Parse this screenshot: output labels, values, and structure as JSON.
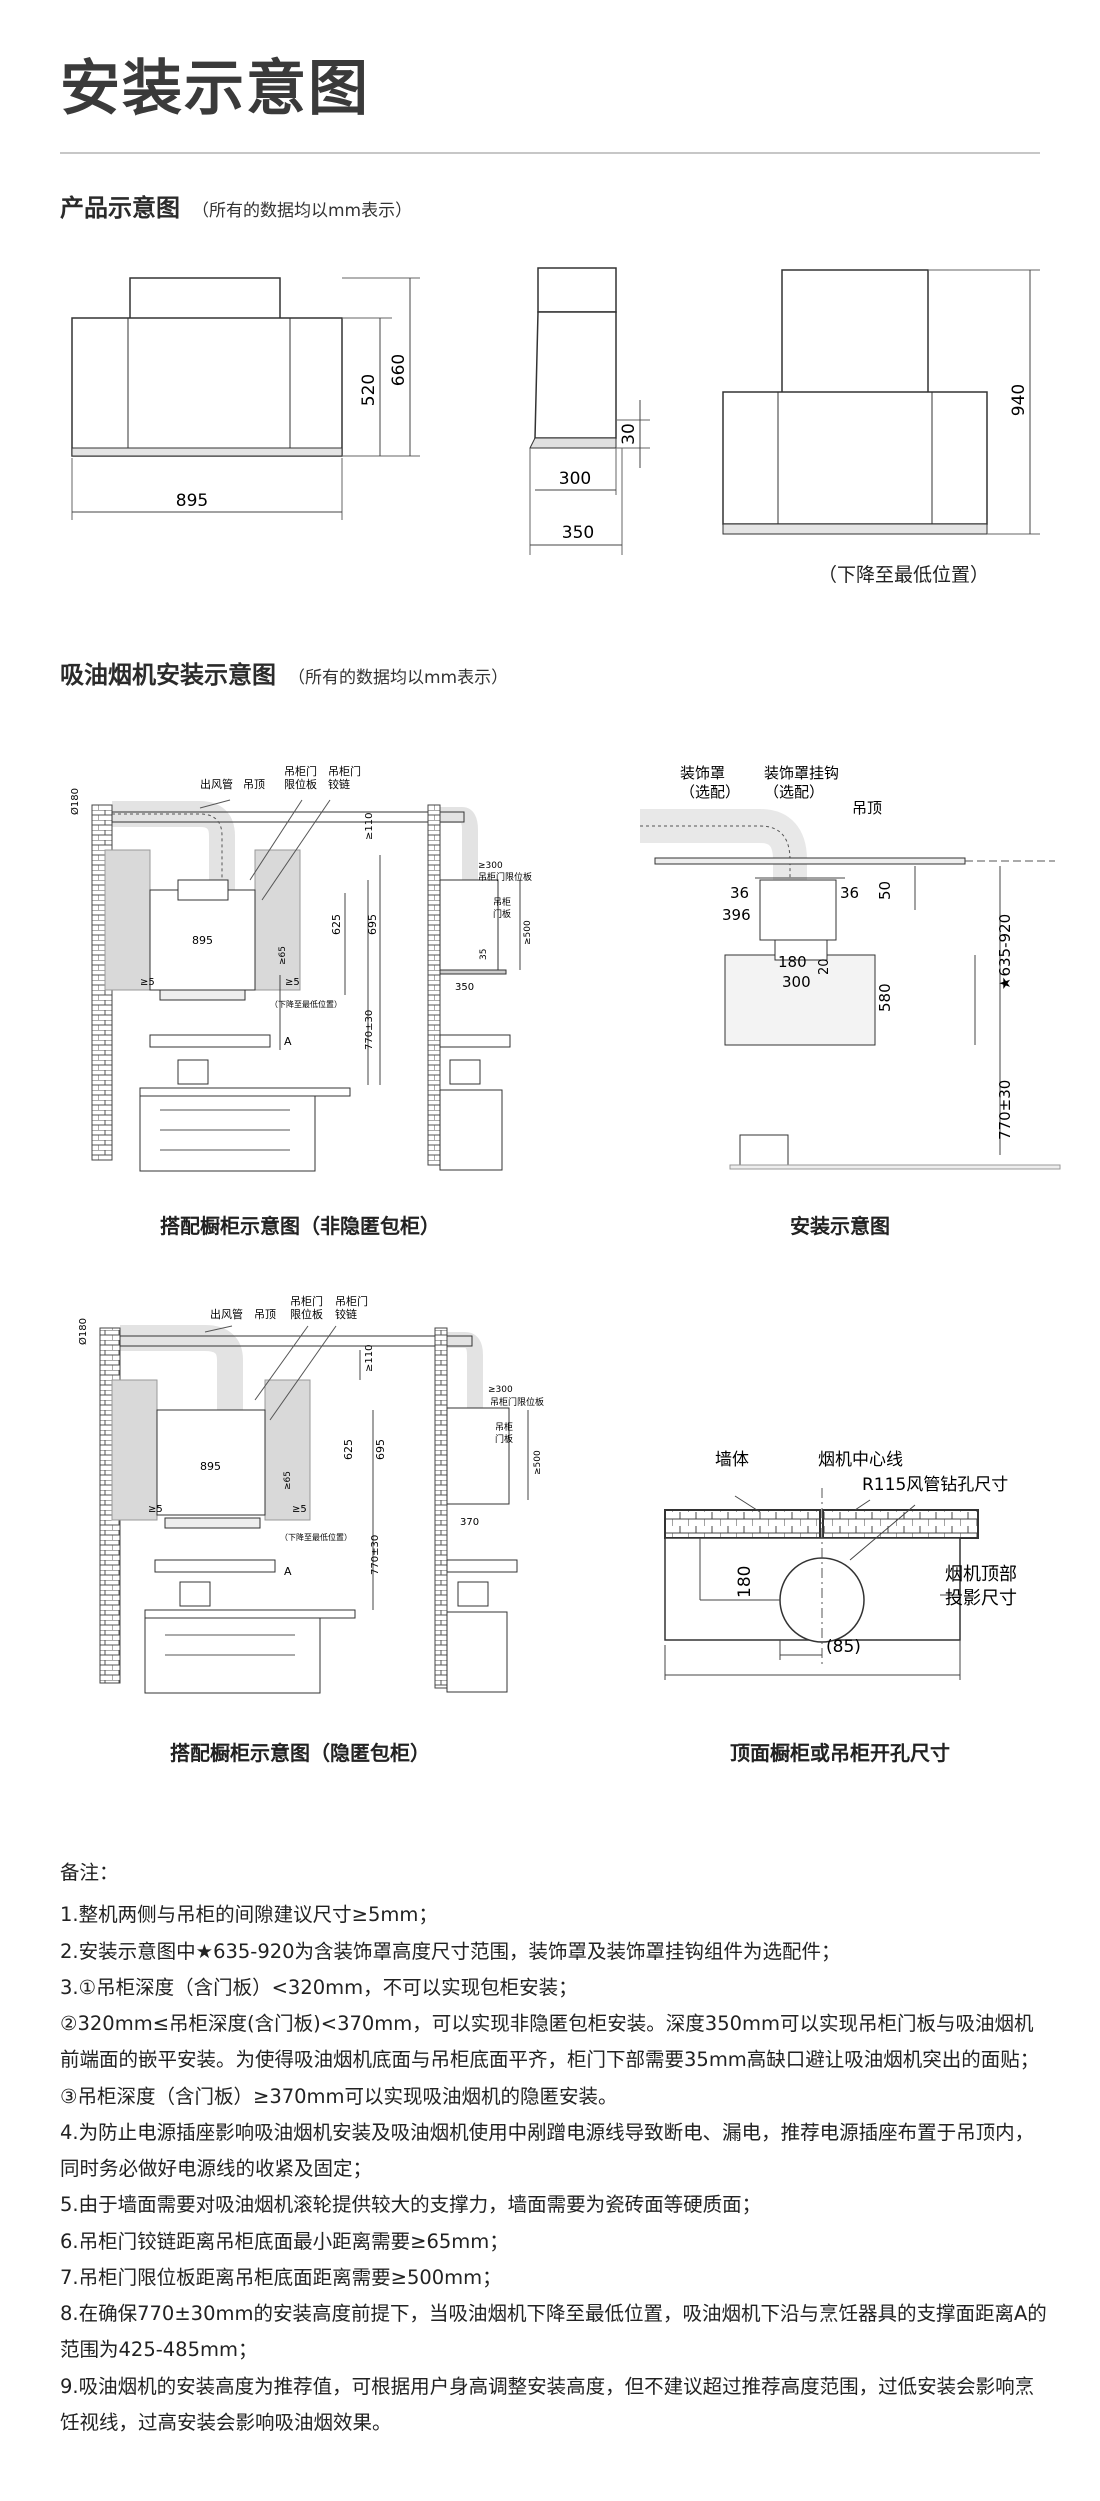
{
  "page_title": "安装示意图",
  "product_section": {
    "title": "产品示意图",
    "note": "（所有的数据均以mm表示）",
    "front_dims": {
      "width": "895",
      "height_body": "520",
      "height_total": "660"
    },
    "side_dims": {
      "gap": "30",
      "depth": "300",
      "depth_total": "350"
    },
    "lowered_dims": {
      "height": "940"
    },
    "lowered_caption": "（下降至最低位置）"
  },
  "install_section": {
    "title": "吸油烟机安装示意图",
    "note": "（所有的数据均以mm表示）",
    "diagram1": {
      "caption": "搭配橱柜示意图（非隐匿包柜）",
      "labels": {
        "outlet": "出风管",
        "ceiling": "吊顶",
        "door_limit": "吊柜门\n限位板",
        "door_hinge": "吊柜门\n铰链",
        "diameter": "Ø180",
        "top_gap": "≥110",
        "width": "895",
        "h625": "625",
        "h695": "695",
        "h65": "≥65",
        "gap5a": "≥5",
        "gap5b": "≥5",
        "lowest": "（下降至最低位置）",
        "height770": "770±30",
        "distA": "A"
      },
      "side": {
        "d300": "≥300",
        "door_limit": "吊柜门限位板",
        "door": "吊柜\n门板",
        "h500": "≥500",
        "h35": "35",
        "w350": "350"
      }
    },
    "diagram2": {
      "caption": "安装示意图",
      "labels": {
        "cover": "装饰罩\n（选配）",
        "hook": "装饰罩挂钩\n（选配）",
        "ceiling": "吊顶",
        "d36a": "36",
        "d36b": "36",
        "d396": "396",
        "d50": "50",
        "d180": "180",
        "d20": "20",
        "d300": "300",
        "d580": "580",
        "range": "★635-920",
        "h770": "770±30"
      }
    },
    "diagram3": {
      "caption": "搭配橱柜示意图（隐匿包柜）",
      "labels": {
        "outlet": "出风管",
        "ceiling": "吊顶",
        "door_limit": "吊柜门\n限位板",
        "door_hinge": "吊柜门\n铰链",
        "diameter": "Ø180",
        "top_gap": "≥110",
        "width": "895",
        "h625": "625",
        "h695": "695",
        "h65": "≥65",
        "gap5a": "≥5",
        "gap5b": "≥5",
        "lowest": "（下降至最低位置）",
        "height770": "770±30",
        "distA": "A"
      },
      "side": {
        "d300": "≥300",
        "door_limit": "吊柜门限位板",
        "door": "吊柜\n门板",
        "h500": "≥500",
        "w370": "370"
      }
    },
    "diagram4": {
      "caption": "顶面橱柜或吊柜开孔尺寸",
      "labels": {
        "wall": "墙体",
        "center": "烟机中心线",
        "hole": "R115风管钻孔尺寸",
        "d180": "180",
        "proj1": "烟机顶部",
        "proj2": "投影尺寸",
        "d85": "(85)"
      }
    }
  },
  "notes": {
    "head": "备注：",
    "items": [
      "1.整机两侧与吊柜的间隙建议尺寸≥5mm；",
      "2.安装示意图中★635-920为含装饰罩高度尺寸范围，装饰罩及装饰罩挂钩组件为选配件；",
      "3.①吊柜深度（含门板）<320mm，不可以实现包柜安装；",
      "②320mm≤吊柜深度(含门板)<370mm，可以实现非隐匿包柜安装。深度350mm可以实现吊柜门板与吸油烟机前端面的嵌平安装。为使得吸油烟机底面与吊柜底面平齐，柜门下部需要35mm高缺口避让吸油烟机突出的面贴；",
      "③吊柜深度（含门板）≥370mm可以实现吸油烟机的隐匿安装。",
      "4.为防止电源插座影响吸油烟机安装及吸油烟机使用中剐蹭电源线导致断电、漏电，推荐电源插座布置于吊顶内，同时务必做好电源线的收紧及固定；",
      "5.由于墙面需要对吸油烟机滚轮提供较大的支撑力，墙面需要为瓷砖面等硬质面；",
      "6.吊柜门铰链距离吊柜底面最小距离需要≥65mm；",
      "7.吊柜门限位板距离吊柜底面距离需要≥500mm；",
      "8.在确保770±30mm的安装高度前提下，当吸油烟机下降至最低位置，吸油烟机下沿与烹饪器具的支撑面距离A的范围为425-485mm；",
      "9.吸油烟机的安装高度为推荐值，可根据用户身高调整安装高度，但不建议超过推荐高度范围，过低安装会影响烹饪视线，过高安装会影响吸油烟效果。"
    ]
  }
}
